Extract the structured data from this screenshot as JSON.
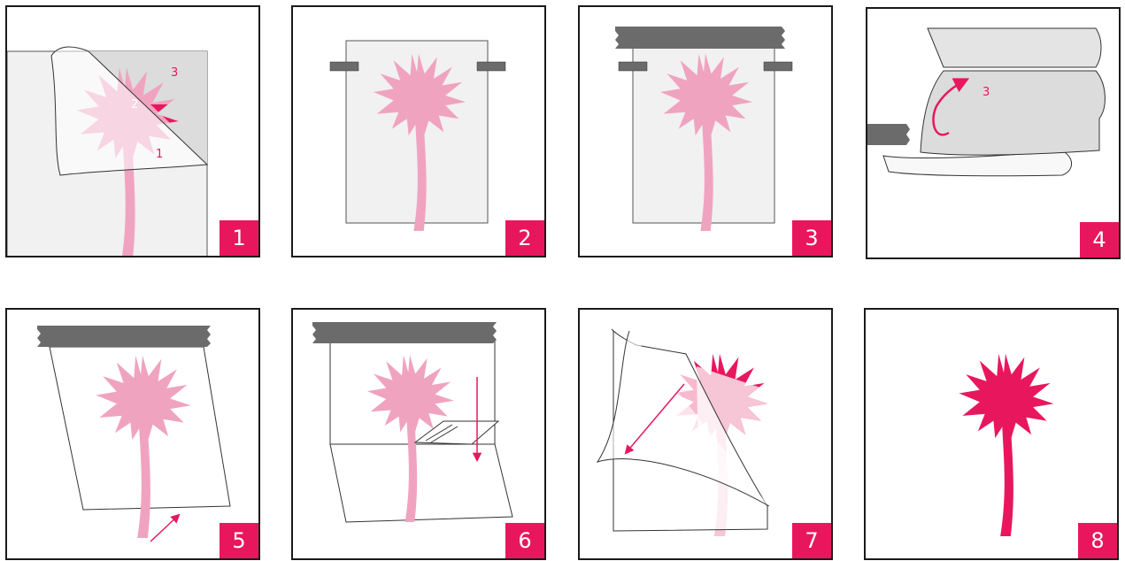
{
  "colors": {
    "accent": "#e8175d",
    "pink_light": "#f0a3bf",
    "tape": "#6b6b6b",
    "sheet_gray": "#f1f1f1",
    "backing_gray": "#dcdcdc"
  },
  "panels": [
    {
      "step": "1",
      "labels": [
        "1",
        "2",
        "3"
      ]
    },
    {
      "step": "2"
    },
    {
      "step": "3"
    },
    {
      "step": "4",
      "labels": [
        "3"
      ]
    },
    {
      "step": "5"
    },
    {
      "step": "6"
    },
    {
      "step": "7"
    },
    {
      "step": "8"
    }
  ]
}
